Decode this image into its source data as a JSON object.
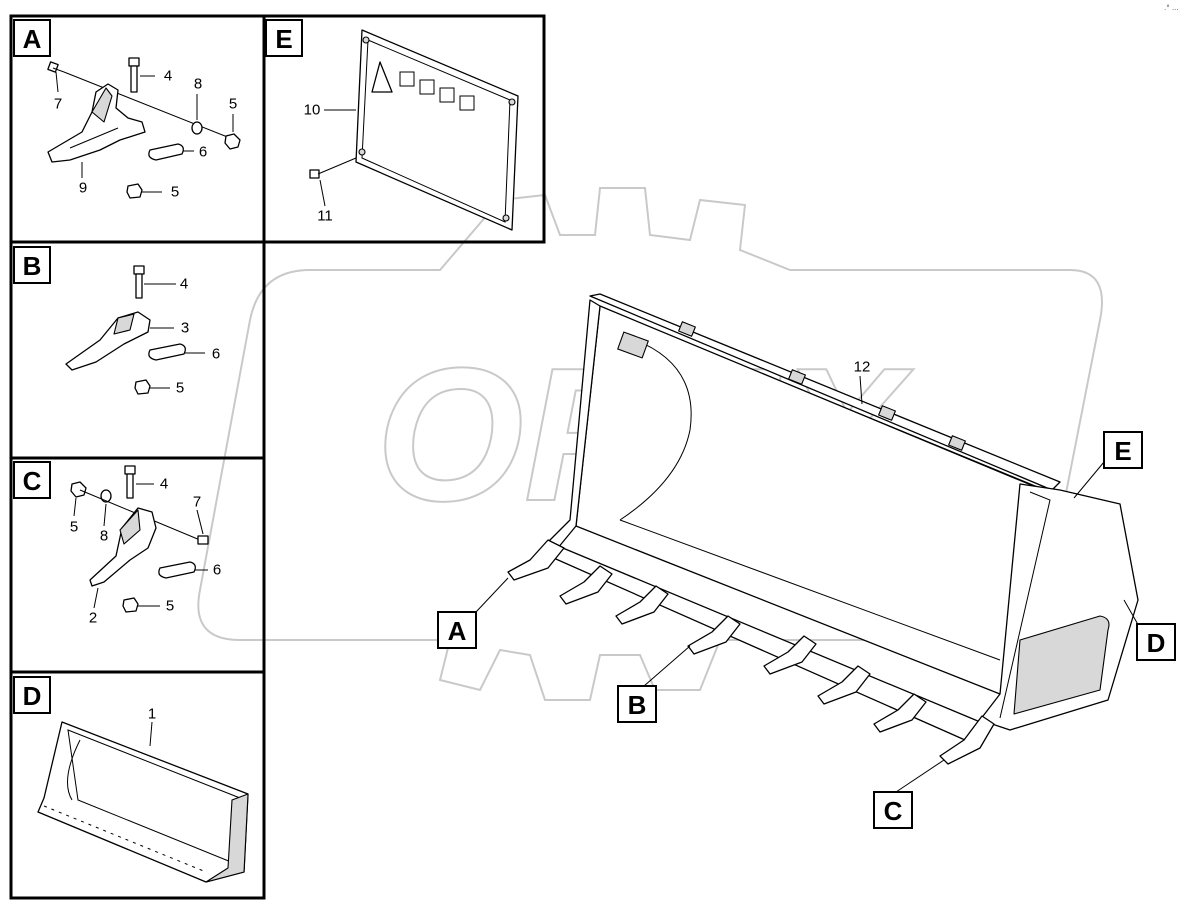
{
  "corner_note": ".° ...",
  "panels": {
    "A": {
      "label": "A",
      "callouts": [
        "4",
        "7",
        "8",
        "5",
        "6",
        "9",
        "5"
      ]
    },
    "B": {
      "label": "B",
      "callouts": [
        "4",
        "3",
        "6",
        "5"
      ]
    },
    "C": {
      "label": "C",
      "callouts": [
        "4",
        "5",
        "8",
        "7",
        "6",
        "2",
        "5"
      ]
    },
    "D": {
      "label": "D",
      "callouts": [
        "1"
      ]
    },
    "E": {
      "label": "E",
      "callouts": [
        "10",
        "11"
      ]
    }
  },
  "main_view": {
    "callout_number": "12",
    "pointer_labels": [
      "A",
      "B",
      "C",
      "D",
      "E"
    ]
  },
  "watermark_text": "OPEX"
}
